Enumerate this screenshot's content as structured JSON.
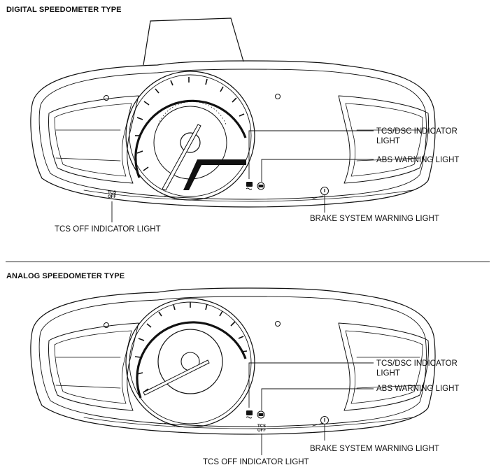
{
  "top": {
    "title": "DIGITAL SPEEDOMETER TYPE",
    "callouts": {
      "tcs_dsc_line1": "TCS/DSC INDICATOR",
      "tcs_dsc_line2": "LIGHT",
      "abs": "ABS WARNING LIGHT",
      "brake": "BRAKE SYSTEM WARNING LIGHT",
      "tcs_off": "TCS OFF INDICATOR LIGHT"
    },
    "tcs_off_symbol_top": "TCS",
    "tcs_off_symbol_bottom": "OFF"
  },
  "bottom": {
    "title": "ANALOG SPEEDOMETER TYPE",
    "callouts": {
      "tcs_dsc_line1": "TCS/DSC INDICATOR",
      "tcs_dsc_line2": "LIGHT",
      "abs": "ABS WARNING LIGHT",
      "brake": "BRAKE SYSTEM WARNING LIGHT",
      "tcs_off": "TCS OFF INDICATOR LIGHT"
    },
    "tcs_off_symbol_top": "TCS",
    "tcs_off_symbol_bottom": "OFF"
  },
  "icons": [
    "tcs-dsc-indicator-icon",
    "abs-warning-icon",
    "brake-warning-icon",
    "tcs-off-icon"
  ]
}
